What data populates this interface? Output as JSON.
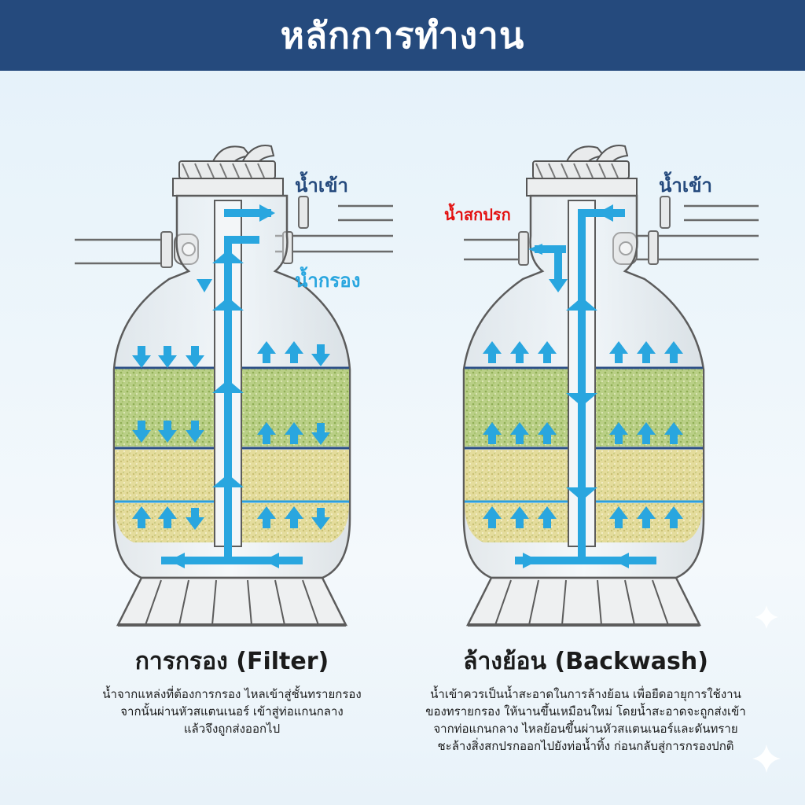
{
  "header": {
    "title": "หลักการทำงาน"
  },
  "colors": {
    "header_bg": "#254a7d",
    "water_blue": "#29a6df",
    "inlet_label": "#254a7d",
    "waste_label": "#e30f0f",
    "sand_green": "#b9cf86",
    "sand_yellow": "#e4dc9c"
  },
  "filter_panel": {
    "label_inlet": "น้ำเข้า",
    "label_filtered": "น้ำกรอง",
    "title": "การกรอง (Filter)",
    "description": [
      "น้ำจากแหล่งที่ต้องการกรอง ไหลเข้าสู่ชั้นทรายกรอง",
      "จากนั้นผ่านหัวสแตนเนอร์ เข้าสู่ท่อแกนกลาง",
      "แล้วจึงถูกส่งออกไป"
    ]
  },
  "backwash_panel": {
    "label_inlet": "น้ำเข้า",
    "label_waste": "น้ำสกปรก",
    "title": "ล้างย้อน (Backwash)",
    "description": [
      "น้ำเข้าควรเป็นน้ำสะอาดในการล้างย้อน เพื่อยืดอายุการใช้งาน",
      "ของทรายกรอง ให้นานขึ้นเหมือนใหม่ โดยน้ำสะอาดจะถูกส่งเข้า",
      "จากท่อแกนกลาง ไหลย้อนขึ้นผ่านหัวสแตนเนอร์และดันทราย",
      "ชะล้างสิ่งสกปรกออกไปยังท่อน้ำทิ้ง ก่อนกลับสู่การกรองปกติ"
    ]
  },
  "icons": {
    "valve": "multiport-valve-icon",
    "arrow": "flow-arrow-icon",
    "sparkle": "sparkle-icon"
  }
}
